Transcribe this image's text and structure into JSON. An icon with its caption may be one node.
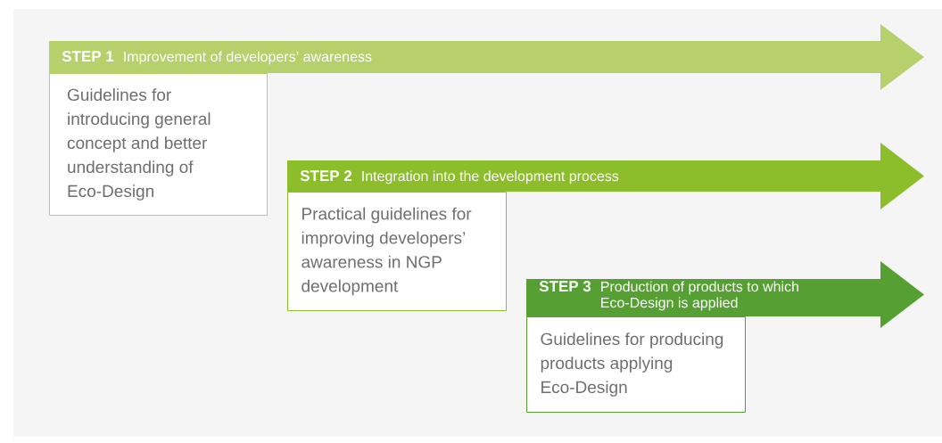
{
  "diagram": {
    "nodes": [
      {
        "text": [
          "STEP 1",
          "Improvement of developers’ awareness"
        ]
      },
      {
        "text": [
          "Guidelines for introducing general concept and better understanding of Eco-Design"
        ]
      },
      {
        "text": [
          "STEP 2",
          "Integration into the development process"
        ]
      },
      {
        "text": [
          "Practical guidelines for improving developers’ awareness in NGP development"
        ]
      },
      {
        "text": [
          "STEP 3",
          "Production of products to which Eco-Design is applied"
        ]
      },
      {
        "text": [
          "Guidelines for producing products applying Eco-Design"
        ]
      }
    ]
  }
}
